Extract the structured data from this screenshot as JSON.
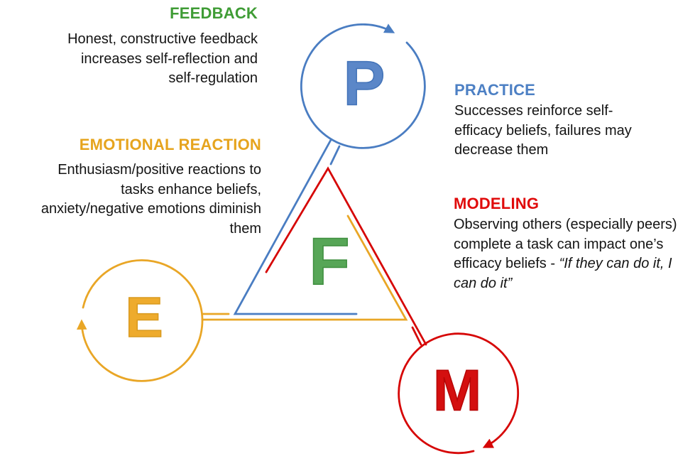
{
  "palette": {
    "blue": "#4a7dc2",
    "blue_heading": "#4d80c4",
    "blue_letter": "#5b87c8",
    "yellow": "#e9a626",
    "yellow_heading": "#e6a41e",
    "yellow_letter": "#eeab2d",
    "red": "#d60606",
    "red_heading": "#e00b0b",
    "red_letter": "#d40f0f",
    "green": "#3f9c35",
    "green_letter": "#57a657",
    "body_text": "#141414"
  },
  "blocks": {
    "feedback": {
      "title": "FEEDBACK",
      "lines": [
        "Honest, constructive feedback",
        "increases self-reflection and",
        "self-regulation"
      ]
    },
    "practice": {
      "title": "PRACTICE",
      "lines": [
        "Successes reinforce self-",
        "efficacy beliefs, failures may",
        "decrease them"
      ]
    },
    "emotional_reaction": {
      "title": "EMOTIONAL REACTION",
      "lines": [
        "Enthusiasm/positive reactions to",
        "tasks enhance beliefs,",
        "anxiety/negative emotions diminish",
        "them"
      ]
    },
    "modeling": {
      "title": "MODELING",
      "lines": [
        "Observing others (especially peers)",
        "complete a task can impact one’s"
      ],
      "line3_regular": "efficacy beliefs - ",
      "line3_italic": "“If they can do it, I",
      "line4_italic": "can do it”"
    }
  },
  "nodes": {
    "practice": {
      "letter": "P"
    },
    "emotional": {
      "letter": "E"
    },
    "modeling": {
      "letter": "M"
    },
    "feedback": {
      "letter": "F"
    }
  }
}
